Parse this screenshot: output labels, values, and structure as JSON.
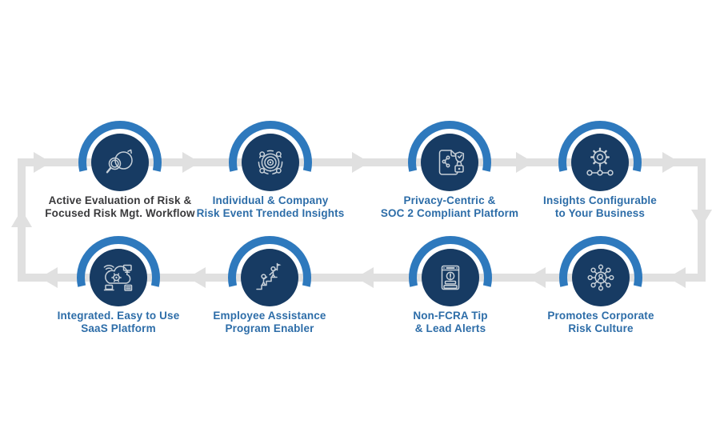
{
  "diagram": {
    "colors": {
      "background": "#ffffff",
      "circle_navy": "#173b63",
      "arc_blue": "#2e79bd",
      "arrow_gray": "#e0e0e0",
      "label_blue": "#2d6da8",
      "label_dark": "#3a3a3c",
      "icon_line": "#c7d0d8"
    },
    "flow_shape": "closed rectangular loop, clockwise: top row left-to-right, right side down, bottom row right-to-left, left side up",
    "nodes": [
      {
        "icon": "magnifier-cycle-icon",
        "line1": "Active Evaluation of Risk &",
        "line2": "Focused Risk Mgt. Workflow"
      },
      {
        "icon": "radar-target-icon",
        "line1": "Individual & Company",
        "line2": "Risk Event Trended Insights"
      },
      {
        "icon": "document-shield-lock-icon",
        "line1": "Privacy-Centric &",
        "line2": "SOC 2 Compliant Platform"
      },
      {
        "icon": "gear-network-icon",
        "line1": "Insights Configurable",
        "line2": "to Your Business"
      },
      {
        "icon": "cloud-saas-icon",
        "line1": "Integrated. Easy to Use",
        "line2": "SaaS Platform"
      },
      {
        "icon": "people-stairs-icon",
        "line1": "Employee Assistance",
        "line2": "Program Enabler"
      },
      {
        "icon": "alert-report-icon",
        "line1": "Non-FCRA Tip",
        "line2": "& Lead Alerts"
      },
      {
        "icon": "network-person-icon",
        "line1": "Promotes Corporate",
        "line2": "Risk Culture"
      }
    ]
  }
}
